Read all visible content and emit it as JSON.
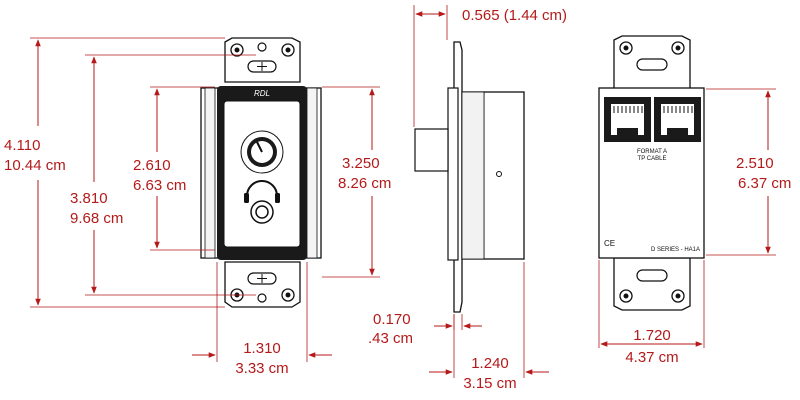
{
  "colors": {
    "dimension": "#b41a1a",
    "outline": "#111111",
    "panel": "#1a1a1a",
    "plate": "#ffffff"
  },
  "front_view": {
    "brand_label": "RDL",
    "icons": [
      "knob-icon",
      "headphones-icon",
      "jack-icon"
    ],
    "dim_overall_height": {
      "inch": "4.110",
      "cm": "10.44 cm"
    },
    "dim_screw_spacing": {
      "inch": "3.810",
      "cm": "9.68 cm"
    },
    "dim_panel_height": {
      "inch": "2.610",
      "cm": "6.63 cm"
    },
    "dim_frame_height": {
      "inch": "3.250",
      "cm": "8.26 cm"
    },
    "dim_width": {
      "inch": "1.310",
      "cm": "3.33 cm"
    }
  },
  "side_view": {
    "dim_knob_depth": "0.565 (1.44 cm)",
    "dim_plate_thickness": {
      "inch": "0.170",
      "cm": ".43 cm"
    },
    "dim_body_depth": {
      "inch": "1.240",
      "cm": "3.15 cm"
    }
  },
  "rear_view": {
    "format_label": "FORMAT A",
    "cable_label": "TP CABLE",
    "series_label": "D SERIES - HA1A",
    "ce_mark": "CE",
    "dim_height": {
      "inch": "2.510",
      "cm": "6.37 cm"
    },
    "dim_width": {
      "inch": "1.720",
      "cm": "4.37 cm"
    }
  }
}
